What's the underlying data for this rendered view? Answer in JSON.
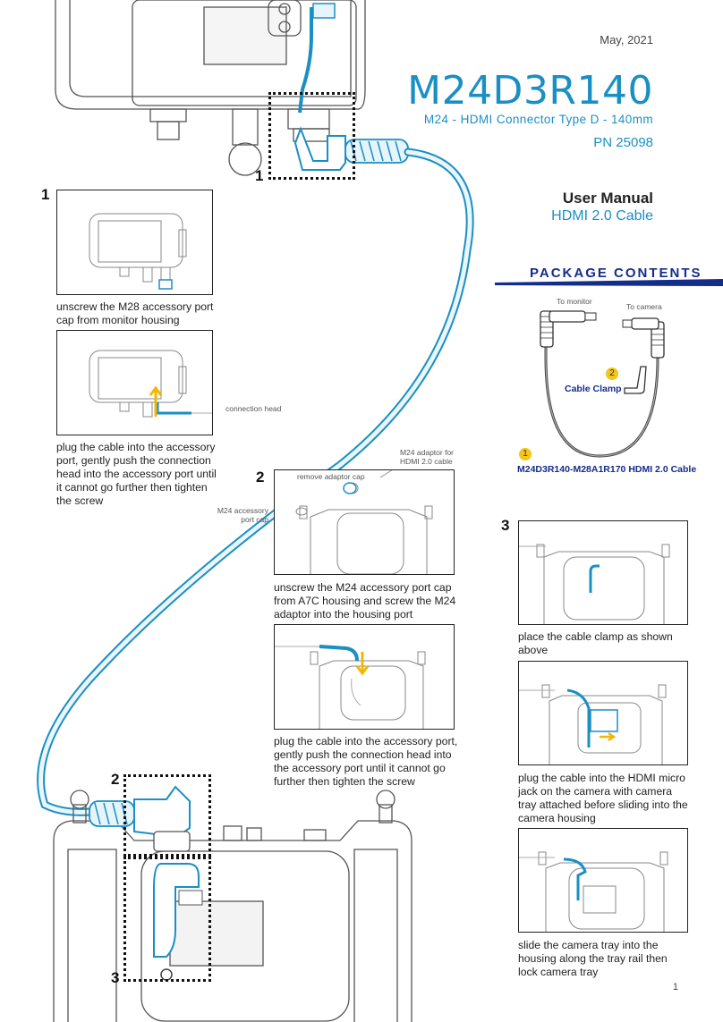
{
  "header": {
    "date": "May, 2021",
    "model": "M24D3R140",
    "subtitle": "M24 - HDMI Connector Type D - 140mm",
    "pn": "PN 25098",
    "manual_title": "User Manual",
    "manual_subtitle": "HDMI 2.0 Cable"
  },
  "package": {
    "title": "PACKAGE CONTENTS",
    "to_monitor": "To monitor",
    "to_camera": "To camera",
    "clamp_number": "2",
    "clamp_label": "Cable Clamp",
    "cable_number": "1",
    "cable_label": "M24D3R140-M28A1R170 HDMI 2.0 Cable"
  },
  "steps": {
    "s1_number": "1",
    "s1_caption_a": "unscrew the M28 accessory port cap from monitor housing",
    "s1_connection_head": "connection head",
    "s1_caption_b": "plug the cable into the accessory port, gently push the connection head into the accessory port until it cannot go further then tighten the screw",
    "s2_number": "2",
    "s2_adaptor_label": "M24 adaptor for HDMI 2.0 cable",
    "s2_remove_cap": "remove adaptor cap",
    "s2_port_cap": "M24 accessory port cap",
    "s2_caption_a": "unscrew the M24 accessory port cap from A7C housing and screw the M24 adaptor into the housing port",
    "s2_caption_b": "plug the cable into the accessory port, gently push the connection head into the accessory port until it cannot go further then tighten the screw",
    "s3_number": "3",
    "s3_caption_a": "place the cable clamp as shown above",
    "s3_caption_b": "plug the cable into the HDMI micro jack on the camera with camera tray attached before sliding into the camera housing",
    "s3_caption_c": "slide the camera tray into the housing along the tray rail then lock camera tray"
  },
  "diagram_labels": {
    "top_callout": "1",
    "bottom_callout_2": "2",
    "bottom_callout_3": "3"
  },
  "footer": {
    "page_number": "1"
  },
  "colors": {
    "accent": "#1a8fc4",
    "navy": "#142c8c",
    "badge": "#f5c518",
    "arrow": "#f2b705"
  }
}
